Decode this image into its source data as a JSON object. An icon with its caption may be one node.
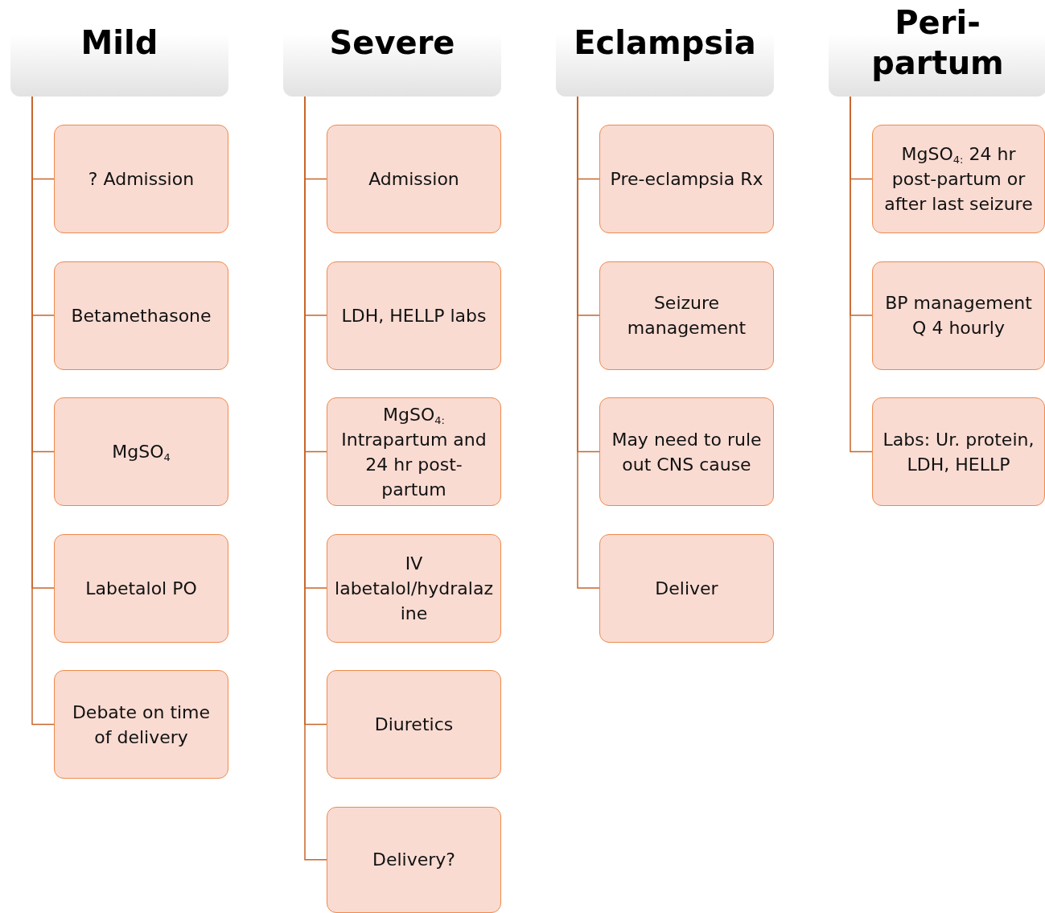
{
  "diagram": {
    "nodes": [
      {
        "text": [
          "Mild"
        ]
      },
      {
        "text": [
          "? Admission"
        ]
      },
      {
        "text": [
          "Betamethasone"
        ]
      },
      {
        "text": [
          "MgSO$_{4}$"
        ]
      },
      {
        "text": [
          "Labetalol PO"
        ]
      },
      {
        "text": [
          "Debate on time of delivery"
        ]
      },
      {
        "text": [
          "Severe"
        ]
      },
      {
        "text": [
          "Admission"
        ]
      },
      {
        "text": [
          "LDH, HELLP labs"
        ]
      },
      {
        "text": [
          "MgSO$_{4:}$ Intrapartum and 24 hr post-partum"
        ]
      },
      {
        "text": [
          "IV labetalol/hydralazine"
        ]
      },
      {
        "text": [
          "Diuretics"
        ]
      },
      {
        "text": [
          "Delivery?"
        ]
      },
      {
        "text": [
          "Eclampsia"
        ]
      },
      {
        "text": [
          "Pre-eclampsia Rx"
        ]
      },
      {
        "text": [
          "Seizure management"
        ]
      },
      {
        "text": [
          "May need to rule out CNS cause"
        ]
      },
      {
        "text": [
          "Deliver"
        ]
      },
      {
        "text": [
          "Peri-partum"
        ]
      },
      {
        "text": [
          "MgSO$_{4:}$ 24 hr post-partum or after last seizure"
        ]
      },
      {
        "text": [
          "BP management Q 4 hourly"
        ]
      },
      {
        "text": [
          "Labs: Ur. protein, LDH, HELLP"
        ]
      }
    ],
    "edges": [
      {
        "from": 0,
        "to": 1,
        "arrow": "none"
      },
      {
        "from": 0,
        "to": 2,
        "arrow": "none"
      },
      {
        "from": 0,
        "to": 3,
        "arrow": "none"
      },
      {
        "from": 0,
        "to": 4,
        "arrow": "none"
      },
      {
        "from": 0,
        "to": 5,
        "arrow": "none"
      },
      {
        "from": 6,
        "to": 7,
        "arrow": "none"
      },
      {
        "from": 6,
        "to": 8,
        "arrow": "none"
      },
      {
        "from": 6,
        "to": 9,
        "arrow": "none"
      },
      {
        "from": 6,
        "to": 10,
        "arrow": "none"
      },
      {
        "from": 6,
        "to": 11,
        "arrow": "none"
      },
      {
        "from": 6,
        "to": 12,
        "arrow": "none"
      },
      {
        "from": 13,
        "to": 14,
        "arrow": "none"
      },
      {
        "from": 13,
        "to": 15,
        "arrow": "none"
      },
      {
        "from": 13,
        "to": 16,
        "arrow": "none"
      },
      {
        "from": 13,
        "to": 17,
        "arrow": "none"
      },
      {
        "from": 18,
        "to": 19,
        "arrow": "none"
      },
      {
        "from": 18,
        "to": 20,
        "arrow": "none"
      },
      {
        "from": 18,
        "to": 21,
        "arrow": "none"
      }
    ]
  }
}
